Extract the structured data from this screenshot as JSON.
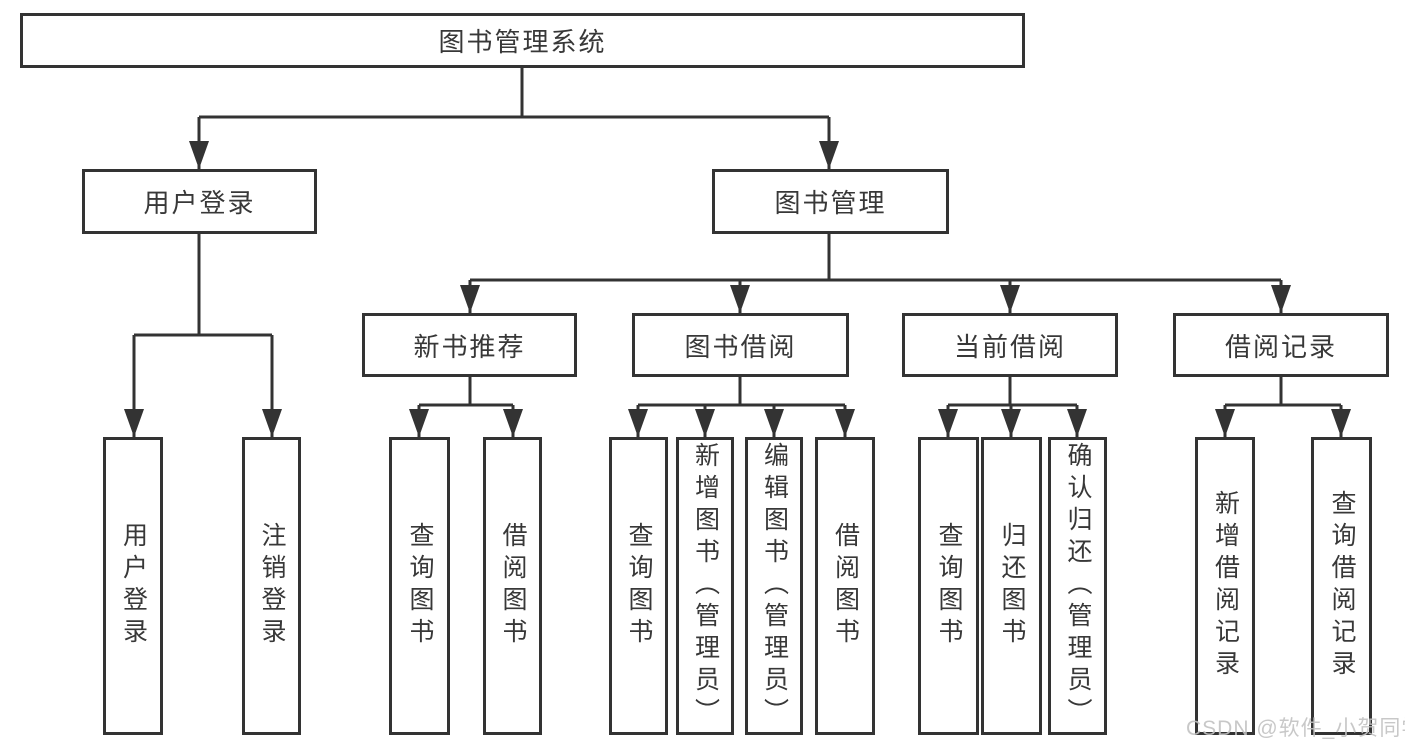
{
  "colors": {
    "line": "#333333",
    "box_border": "#333333",
    "text": "#383838",
    "background": "#ffffff",
    "watermark": "#c3c3c3"
  },
  "watermark": {
    "text": "CSDN @软件_小贺同学"
  },
  "tree": {
    "root": {
      "label": "图书管理系统"
    },
    "branches": [
      {
        "label": "用户登录",
        "children": [
          {
            "label": "用户登录"
          },
          {
            "label": "注销登录"
          }
        ]
      },
      {
        "label": "图书管理",
        "children": [
          {
            "label": "新书推荐",
            "children": [
              {
                "label": "查询图书"
              },
              {
                "label": "借阅图书"
              }
            ]
          },
          {
            "label": "图书借阅",
            "children": [
              {
                "label": "查询图书"
              },
              {
                "label": "新增图书（管理员）"
              },
              {
                "label": "编辑图书（管理员）"
              },
              {
                "label": "借阅图书"
              }
            ]
          },
          {
            "label": "当前借阅",
            "children": [
              {
                "label": "查询图书"
              },
              {
                "label": "归还图书"
              },
              {
                "label": "确认归还（管理员）"
              }
            ]
          },
          {
            "label": "借阅记录",
            "children": [
              {
                "label": "新增借阅记录"
              },
              {
                "label": "查询借阅记录"
              }
            ]
          }
        ]
      }
    ]
  }
}
